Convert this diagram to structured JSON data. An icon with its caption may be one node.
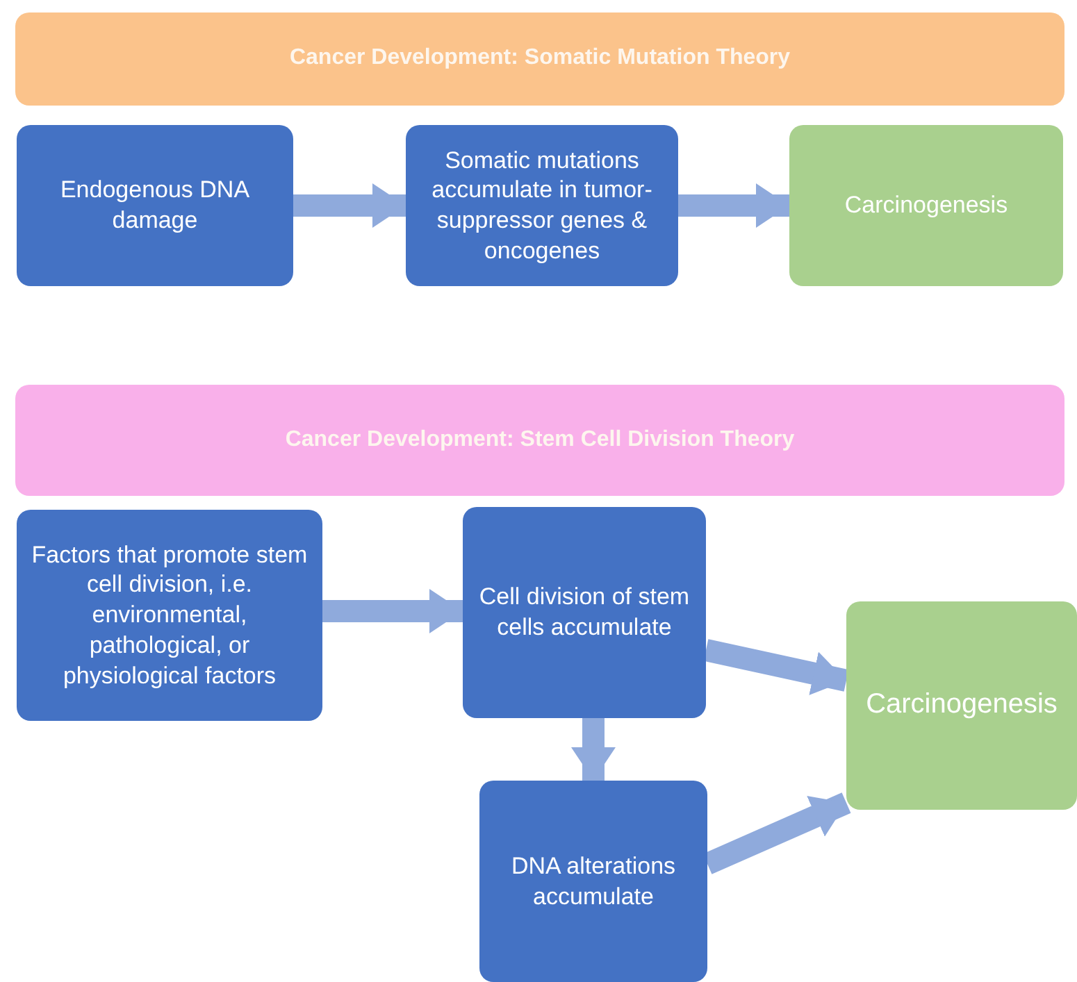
{
  "diagram": {
    "nodes": [
      {
        "text": [
          "Cancer Development: Somatic Mutation Theory"
        ]
      },
      {
        "text": [
          "Endogenous DNA damage"
        ]
      },
      {
        "text": [
          "Somatic mutations accumulate in tumor-suppressor genes & oncogenes"
        ]
      },
      {
        "text": [
          "Carcinogenesis"
        ]
      },
      {
        "text": [
          "Cancer Development: Stem Cell Division Theory"
        ]
      },
      {
        "text": [
          "Factors that promote stem cell division, i.e. environmental, pathological, or physiological factors"
        ]
      },
      {
        "text": [
          "Cell division of stem cells accumulate"
        ]
      },
      {
        "text": [
          "Carcinogenesis"
        ]
      },
      {
        "text": [
          "DNA alterations accumulate"
        ]
      }
    ],
    "edges": [
      {
        "from": 1,
        "to": 2,
        "arrow": "to"
      },
      {
        "from": 2,
        "to": 3,
        "arrow": "to"
      },
      {
        "from": 5,
        "to": 6,
        "arrow": "to"
      },
      {
        "from": 6,
        "to": 7,
        "arrow": "to"
      },
      {
        "from": 6,
        "to": 8,
        "arrow": "to"
      },
      {
        "from": 8,
        "to": 7,
        "arrow": "to"
      }
    ]
  }
}
